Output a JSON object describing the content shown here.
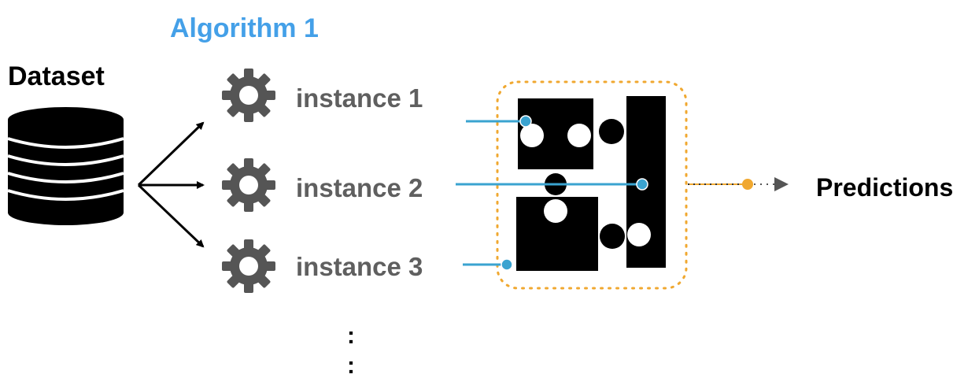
{
  "algorithm": {
    "title": "Algorithm 1"
  },
  "dataset": {
    "title": "Dataset"
  },
  "instances": [
    {
      "label": "instance 1"
    },
    {
      "label": "instance 2"
    },
    {
      "label": "instance 3"
    }
  ],
  "ellipsis": ":",
  "output": {
    "label": "Predictions"
  },
  "colors": {
    "accent_blue": "#44a0e8",
    "connector_blue": "#3aa3d0",
    "gear_gray": "#555555",
    "instance_text_gray": "#5f5f5f",
    "dotted_orange": "#f0a830",
    "puzzle_black": "#000000"
  },
  "icons": {
    "dataset": "database-stack-icon",
    "instance": "gear-icon",
    "ensemble": "puzzle-pieces-icon"
  }
}
